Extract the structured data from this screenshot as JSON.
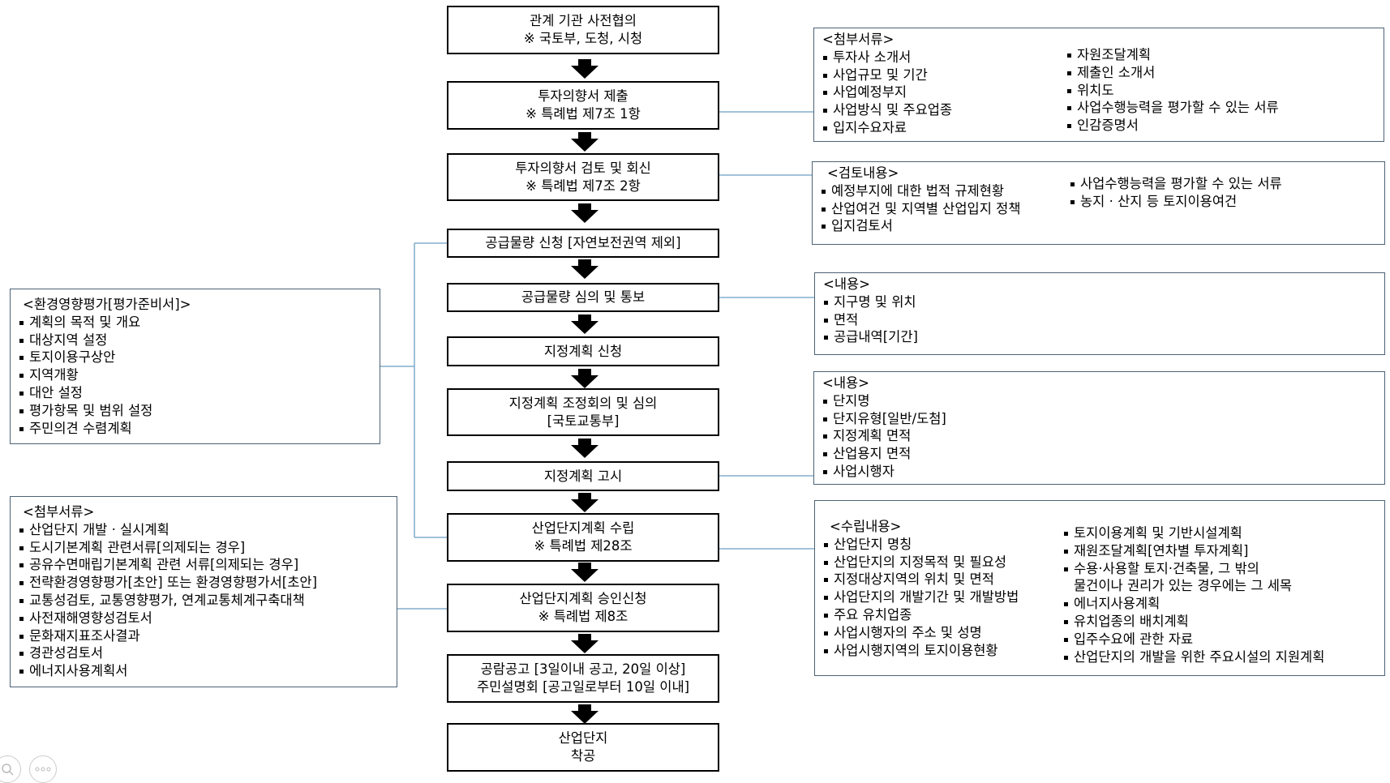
{
  "steps": [
    {
      "lines": [
        "관계 기관 사전협의",
        "※ 국토부, 도청, 시청"
      ]
    },
    {
      "lines": [
        "투자의향서 제출",
        "※ 특례법 제7조 1항"
      ]
    },
    {
      "lines": [
        "투자의향서 검토 및 회신",
        "※ 특례법 제7조 2항"
      ]
    },
    {
      "lines": [
        "공급물량 신청 [자연보전권역 제외]"
      ]
    },
    {
      "lines": [
        "공급물량 심의 및 통보"
      ]
    },
    {
      "lines": [
        "지정계획 신청"
      ]
    },
    {
      "lines": [
        "지정계획 조정회의 및 심의",
        "[국토교통부]"
      ]
    },
    {
      "lines": [
        "지정계획 고시"
      ]
    },
    {
      "lines": [
        "산업단지계획 수립",
        "※ 특례법 제28조"
      ]
    },
    {
      "lines": [
        "산업단지계획 승인신청",
        "※ 특례법 제8조"
      ]
    },
    {
      "lines": [
        "공람공고 [3일이내 공고, 20일 이상]",
        "주민설명회 [공고일로부터 10일 이내]"
      ]
    },
    {
      "lines": [
        "산업단지",
        "착공"
      ]
    }
  ],
  "boxes": {
    "attach1": {
      "header": "<첨부서류>",
      "col1": [
        "투자사 소개서",
        "사업규모 및 기간",
        "사업예정부지",
        "사업방식 및 주요업종",
        "입지수요자료"
      ],
      "col2": [
        "자원조달계획",
        "제출인 소개서",
        "위치도",
        "사업수행능력을 평가할 수 있는 서류",
        "인감증명서"
      ]
    },
    "review": {
      "header": "<검토내용>",
      "col1": [
        "예정부지에 대한 법적 규제현황",
        "산업여건 및 지역별 산업입지 정책",
        "입지검토서"
      ],
      "col2": [
        "사업수행능력을 평가할 수 있는 서류",
        "농지 · 산지 등 토지이용여건"
      ]
    },
    "content1": {
      "header": "<내용>",
      "col1": [
        "지구명 및 위치",
        "면적",
        "공급내역[기간]"
      ]
    },
    "content2": {
      "header": "<내용>",
      "col1": [
        "단지명",
        "단지유형[일반/도첨]",
        "지정계획 면적",
        "산업용지 면적",
        "사업시행자"
      ]
    },
    "plan": {
      "header": "<수립내용>",
      "col1": [
        "산업단지 명칭",
        "산업단지의 지정목적 및 필요성",
        "지정대상지역의 위치 및 면적",
        "사업단지의 개발기간 및 개발방법",
        "주요 유치업종",
        "사업시행자의 주소 및 성명",
        "사업시행지역의 토지이용현황"
      ],
      "col2": [
        "토지이용계획 및 기반시설계획",
        "재원조달계획[연차별 투자계획]",
        "수용·사용할 토지·건축물, 그 밖의",
        "에너지사용계획",
        "유치업종의 배치계획",
        "입주수요에 관한 자료",
        "산업단지의 개발을 위한 주요시설의 지원계획"
      ],
      "col2_continuation": "물건이나 권리가 있는 경우에는 그 세목"
    },
    "env": {
      "header": "<환경영향평가[평가준비서]>",
      "col1": [
        "계획의 목적 및 개요",
        "대상지역 설정",
        "토지이용구상안",
        "지역개황",
        "대안 설정",
        "평가항목 및 범위 설정",
        "주민의견 수렴계획"
      ]
    },
    "attach2": {
      "header": "<첨부서류>",
      "col1": [
        "산업단지 개발 · 실시계획",
        "도시기본계획 관련서류[의제되는 경우]",
        "공유수면매립기본계획 관련 서류[의제되는 경우]",
        "전략환경영향평가[초안] 또는 환경영향평가서[초안]",
        "교통성검토, 교통영향평가, 연계교통체계구축대책",
        "사전재해영향성검토서",
        "문화재지표조사결과",
        "경관성검토서",
        "에너지사용계획서"
      ]
    }
  },
  "colors": {
    "box_border": "#4d6275",
    "connector": "#6a9ec2",
    "step_border": "#000000",
    "arrow": "#000000"
  }
}
